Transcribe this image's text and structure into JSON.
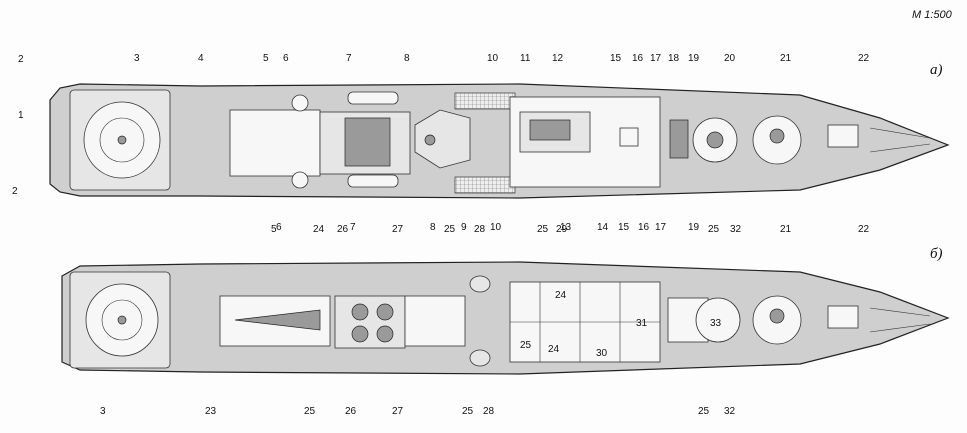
{
  "scale": "М 1:500",
  "views": {
    "a": "а)",
    "b": "б)"
  },
  "labels_top_a": [
    "2",
    "3",
    "4",
    "5",
    "6",
    "7",
    "8",
    "10",
    "11",
    "12",
    "15",
    "16",
    "17",
    "18",
    "19",
    "20",
    "21",
    "22"
  ],
  "labels_left_a": [
    "1",
    "2"
  ],
  "labels_bottom_a": [
    "6",
    "7",
    "8",
    "9",
    "10",
    "13",
    "14",
    "15",
    "16",
    "17",
    "19"
  ],
  "labels_top_b": [
    "5",
    "24",
    "26",
    "27",
    "25",
    "28",
    "25",
    "29",
    "25",
    "32",
    "21",
    "22"
  ],
  "labels_bottom_b": [
    "3",
    "23",
    "25",
    "26",
    "27",
    "25",
    "28",
    "25",
    "32"
  ],
  "compartments_b": [
    "24",
    "24",
    "25",
    "30",
    "31",
    "33"
  ]
}
